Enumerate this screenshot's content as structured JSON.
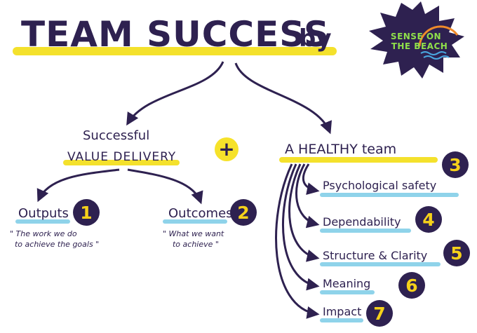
{
  "title": {
    "main": "TEAM  SUCCESS",
    "by": "by"
  },
  "logo": {
    "line1": "SENSE ON",
    "line2": "THE BEACH"
  },
  "left": {
    "heading_top": "Successful",
    "heading_bottom": "VALUE DELIVERY",
    "outputs": {
      "label": "Outputs",
      "number": "1",
      "quote": "\" The work we do\n  to achieve the goals \""
    },
    "outcomes": {
      "label": "Outcomes",
      "number": "2",
      "quote": "\" What we want\n    to achieve \""
    }
  },
  "plus": "+",
  "right": {
    "heading": "A HEALTHY team",
    "items": [
      {
        "label": "Psychological  safety",
        "number": "3"
      },
      {
        "label": "Dependability",
        "number": "4"
      },
      {
        "label": "Structure  &  Clarity",
        "number": "5"
      },
      {
        "label": "Meaning",
        "number": "6"
      },
      {
        "label": "Impact",
        "number": "7"
      }
    ]
  },
  "colors": {
    "ink": "#2e2150",
    "highlight_yellow": "#f4e12c",
    "highlight_blue": "#8fd3ea",
    "logo_green": "#8fe04a",
    "logo_orange": "#f08a2a",
    "logo_blue": "#4aa8e0"
  }
}
